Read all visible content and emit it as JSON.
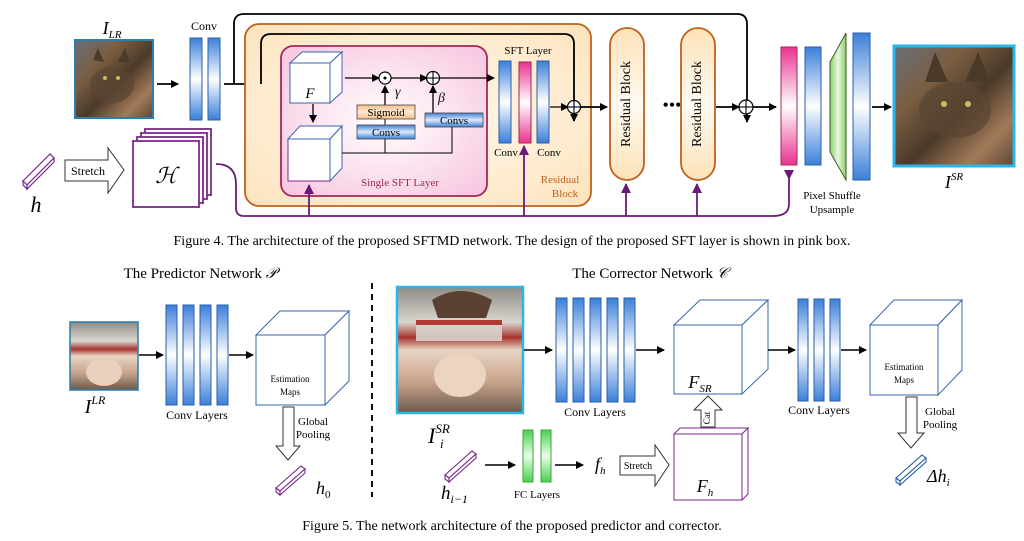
{
  "figure4": {
    "caption": "Figure 4. The architecture of the proposed SFTMD network. The design of the proposed SFT layer is shown in pink box.",
    "input_label": "I",
    "input_sub": "LR",
    "conv_label": "Conv",
    "h_label": "h",
    "stretch_label": "Stretch",
    "H_label": "ℋ",
    "F_label": "F",
    "gamma_label": "γ",
    "beta_label": "β",
    "sigmoid_label": "Sigmoid",
    "convs_label_1": "Convs",
    "convs_label_2": "Convs",
    "single_sft_label": "Single SFT Layer",
    "sft_layer_label": "SFT Layer",
    "sft_conv_left": "Conv",
    "sft_conv_right": "Conv",
    "residual_block_inner_1": "Residual",
    "residual_block_inner_2": "Block",
    "residual_block_1": "Residual Block",
    "residual_block_2": "Residual Block",
    "ellipsis": "•••",
    "pixel_shuffle_1": "Pixel Shuffle",
    "pixel_shuffle_2": "Upsample",
    "output_label": "I",
    "output_sup": "SR",
    "multiply_symbol": "⊙",
    "add_symbol": "⊕"
  },
  "figure5": {
    "caption": "Figure 5. The network architecture of the proposed predictor and corrector.",
    "predictor": {
      "title": "The Predictor Network ",
      "title_symbol": "𝒫",
      "input_label": "I",
      "input_sup": "LR",
      "conv_layers_label": "Conv Layers",
      "estimation_1": "Estimation",
      "estimation_2": "Maps",
      "pooling_1": "Global",
      "pooling_2": "Pooling",
      "output_label": "h",
      "output_sub": "0"
    },
    "corrector": {
      "title": "The Corrector Network ",
      "title_symbol": "𝒞",
      "input_label": "I",
      "input_sup": "SR",
      "input_sub": "i",
      "h_label": "h",
      "h_sub": "i−1",
      "fc_layers_label": "FC Layers",
      "fh_label": "f",
      "fh_sub": "h",
      "stretch_label": "Stretch",
      "Fh_label": "F",
      "Fh_sub": "h",
      "FSR_label": "F",
      "FSR_sub": "SR",
      "cat_label": "Cat",
      "conv_layers_label_1": "Conv Layers",
      "conv_layers_label_2": "Conv Layers",
      "estimation_1": "Estimation",
      "estimation_2": "Maps",
      "pooling_1": "Global",
      "pooling_2": "Pooling",
      "output_label": "Δh",
      "output_sub": "i"
    }
  },
  "colors": {
    "conv_blue": "#3b7fd9",
    "sft_pink": "#e8338f",
    "residual_orange": "#c0601a",
    "residual_fill": "#fde9c8",
    "sft_box_border": "#a0285a",
    "sft_box_fill": "#fbd6e8",
    "purple": "#6b1a7a",
    "fc_green": "#4ccf4c",
    "image_border": "#29b6e8"
  }
}
